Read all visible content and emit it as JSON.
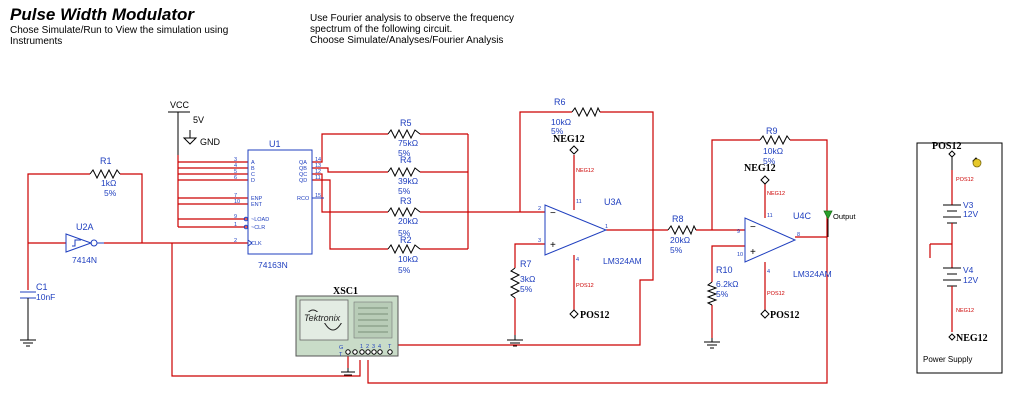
{
  "header": {
    "title": "Pulse Width Modulator",
    "left_lines": [
      "Chose Simulate/Run to View the simulation using",
      "Instruments"
    ],
    "right_lines": [
      "Use Fourier analysis to observe the frequency",
      "spectrum of the following circuit.",
      "Choose Simulate/Analyses/Fourier Analysis"
    ]
  },
  "power_nets": {
    "vcc": "VCC",
    "vcc_value": "5V",
    "gnd": "GND",
    "pos12": "POS12",
    "neg12": "NEG12"
  },
  "components": {
    "R1": {
      "ref": "R1",
      "value": "1kΩ",
      "tol": "5%"
    },
    "R2": {
      "ref": "R2",
      "value": "10kΩ",
      "tol": "5%"
    },
    "R3": {
      "ref": "R3",
      "value": "20kΩ",
      "tol": "5%"
    },
    "R4": {
      "ref": "R4",
      "value": "39kΩ",
      "tol": "5%"
    },
    "R5": {
      "ref": "R5",
      "value": "75kΩ",
      "tol": "5%"
    },
    "R6": {
      "ref": "R6",
      "value": "10kΩ",
      "tol": "5%"
    },
    "R7": {
      "ref": "R7",
      "value": "3kΩ",
      "tol": "5%"
    },
    "R8": {
      "ref": "R8",
      "value": "20kΩ",
      "tol": "5%"
    },
    "R9": {
      "ref": "R9",
      "value": "10kΩ",
      "tol": "5%"
    },
    "R10": {
      "ref": "R10",
      "value": "6.2kΩ",
      "tol": "5%"
    },
    "C1": {
      "ref": "C1",
      "value": "10nF"
    },
    "U2A": {
      "ref": "U2A",
      "part": "7414N"
    },
    "U1": {
      "ref": "U1",
      "part": "74163N"
    },
    "U3A": {
      "ref": "U3A",
      "part": "LM324AM"
    },
    "U4C": {
      "ref": "U4C",
      "part": "LM324AM"
    },
    "V3": {
      "ref": "V3",
      "value": "12V"
    },
    "V4": {
      "ref": "V4",
      "value": "12V"
    },
    "XSC1": {
      "ref": "XSC1",
      "brand": "Tektronix"
    }
  },
  "counter_pins": {
    "left": [
      "A",
      "B",
      "C",
      "D",
      "ENP",
      "ENT",
      "~LOAD",
      "~CLR",
      "CLK"
    ],
    "right": [
      "QA",
      "QB",
      "QC",
      "QD",
      "RCO"
    ],
    "left_nums": [
      "3",
      "4",
      "5",
      "6",
      "7",
      "10",
      "9",
      "1",
      "2"
    ],
    "right_nums": [
      "14",
      "13",
      "12",
      "11",
      "15"
    ]
  },
  "opamp_pins": {
    "vp": "11",
    "vn": "4",
    "u3_inn": "2",
    "u3_inp": "3",
    "u3_out": "1",
    "u4_inn": "9",
    "u4_inp": "10",
    "u4_out": "8"
  },
  "scope_pins": [
    "G",
    "T",
    "1",
    "2",
    "3",
    "4",
    "T"
  ],
  "probe": {
    "label": "Output"
  },
  "power_supply": {
    "label": "Power Supply"
  }
}
